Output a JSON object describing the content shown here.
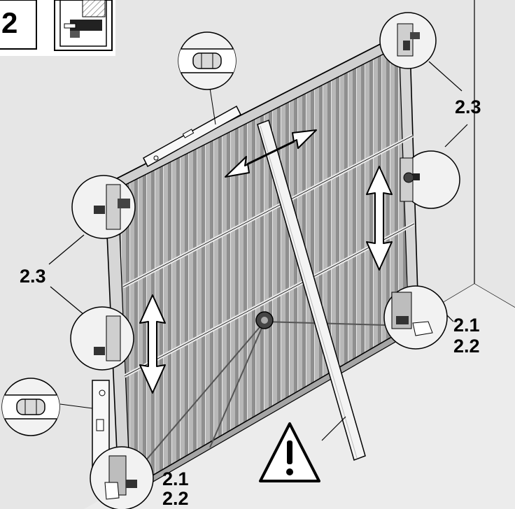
{
  "step_number": "2",
  "callouts": {
    "top_right": "2.3",
    "left": "2.3",
    "right_bottom_a": "2.1",
    "right_bottom_b": "2.2",
    "left_bottom_a": "2.1",
    "left_bottom_b": "2.2"
  },
  "colors": {
    "background": "#ffffff",
    "wall": "#e6e6e6",
    "door_panel": "#b3b3b3",
    "rib_dark": "#8a8a8a",
    "outline": "#000000",
    "warning": "#000000"
  },
  "icons": {
    "warning": "warning-triangle-icon",
    "level": "spirit-level-icon"
  }
}
